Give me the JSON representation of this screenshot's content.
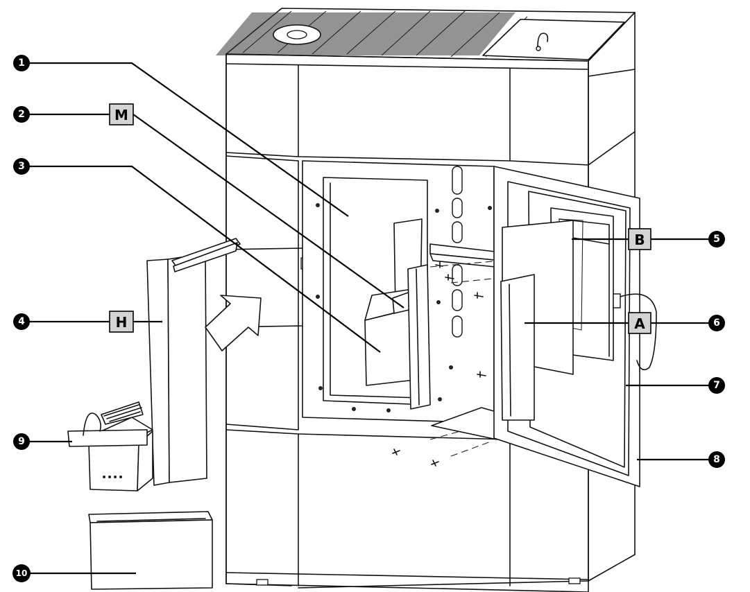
{
  "callouts": [
    {
      "num": "1"
    },
    {
      "num": "2",
      "letter": "M"
    },
    {
      "num": "3"
    },
    {
      "num": "4",
      "letter": "H"
    },
    {
      "num": "5",
      "letter": "B"
    },
    {
      "num": "6",
      "letter": "A"
    },
    {
      "num": "7"
    },
    {
      "num": "8"
    },
    {
      "num": "9"
    },
    {
      "num": "10"
    }
  ]
}
